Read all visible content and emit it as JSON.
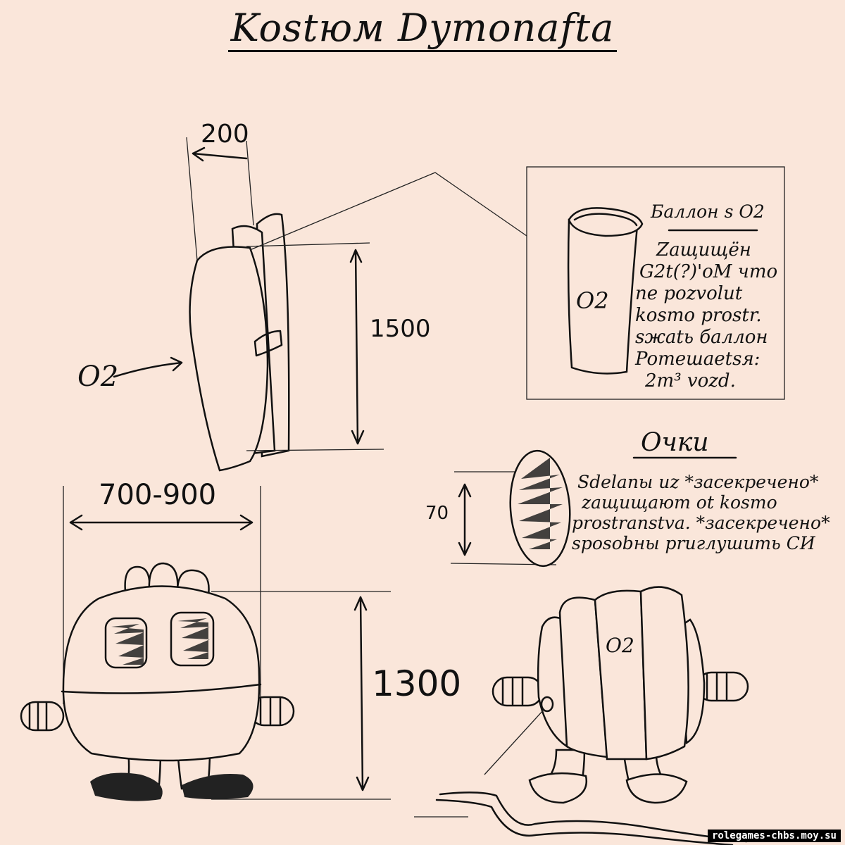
{
  "title": "Kostюм Dymonafta",
  "dimensions": {
    "depth": "200",
    "height_side": "1500",
    "width": "700-900",
    "height_front": "1300",
    "glasses_height": "70"
  },
  "labels": {
    "o2_side": "O2",
    "o2_balloon": "O2",
    "o2_back": "O2"
  },
  "balloon": {
    "title": "Баллон s O2",
    "lines": [
      "Zaщищён",
      "G2t(?)'oM что",
      "ne pozvolut",
      "kosmo prostr.",
      "sжatь баллон",
      "Pomeшaetsя:",
      "2m³ vozd."
    ]
  },
  "glasses": {
    "title": "Очки",
    "lines": [
      "Sdelanы uz *засекречено*",
      "zaщищaют ot kosmo",
      "prostranstva. *засекречено*",
      "sposobны pruглушuть CИ"
    ]
  },
  "watermark": "rolegames-chbs.moy.su",
  "colors": {
    "background": "#fae6da",
    "ink": "#111111"
  }
}
